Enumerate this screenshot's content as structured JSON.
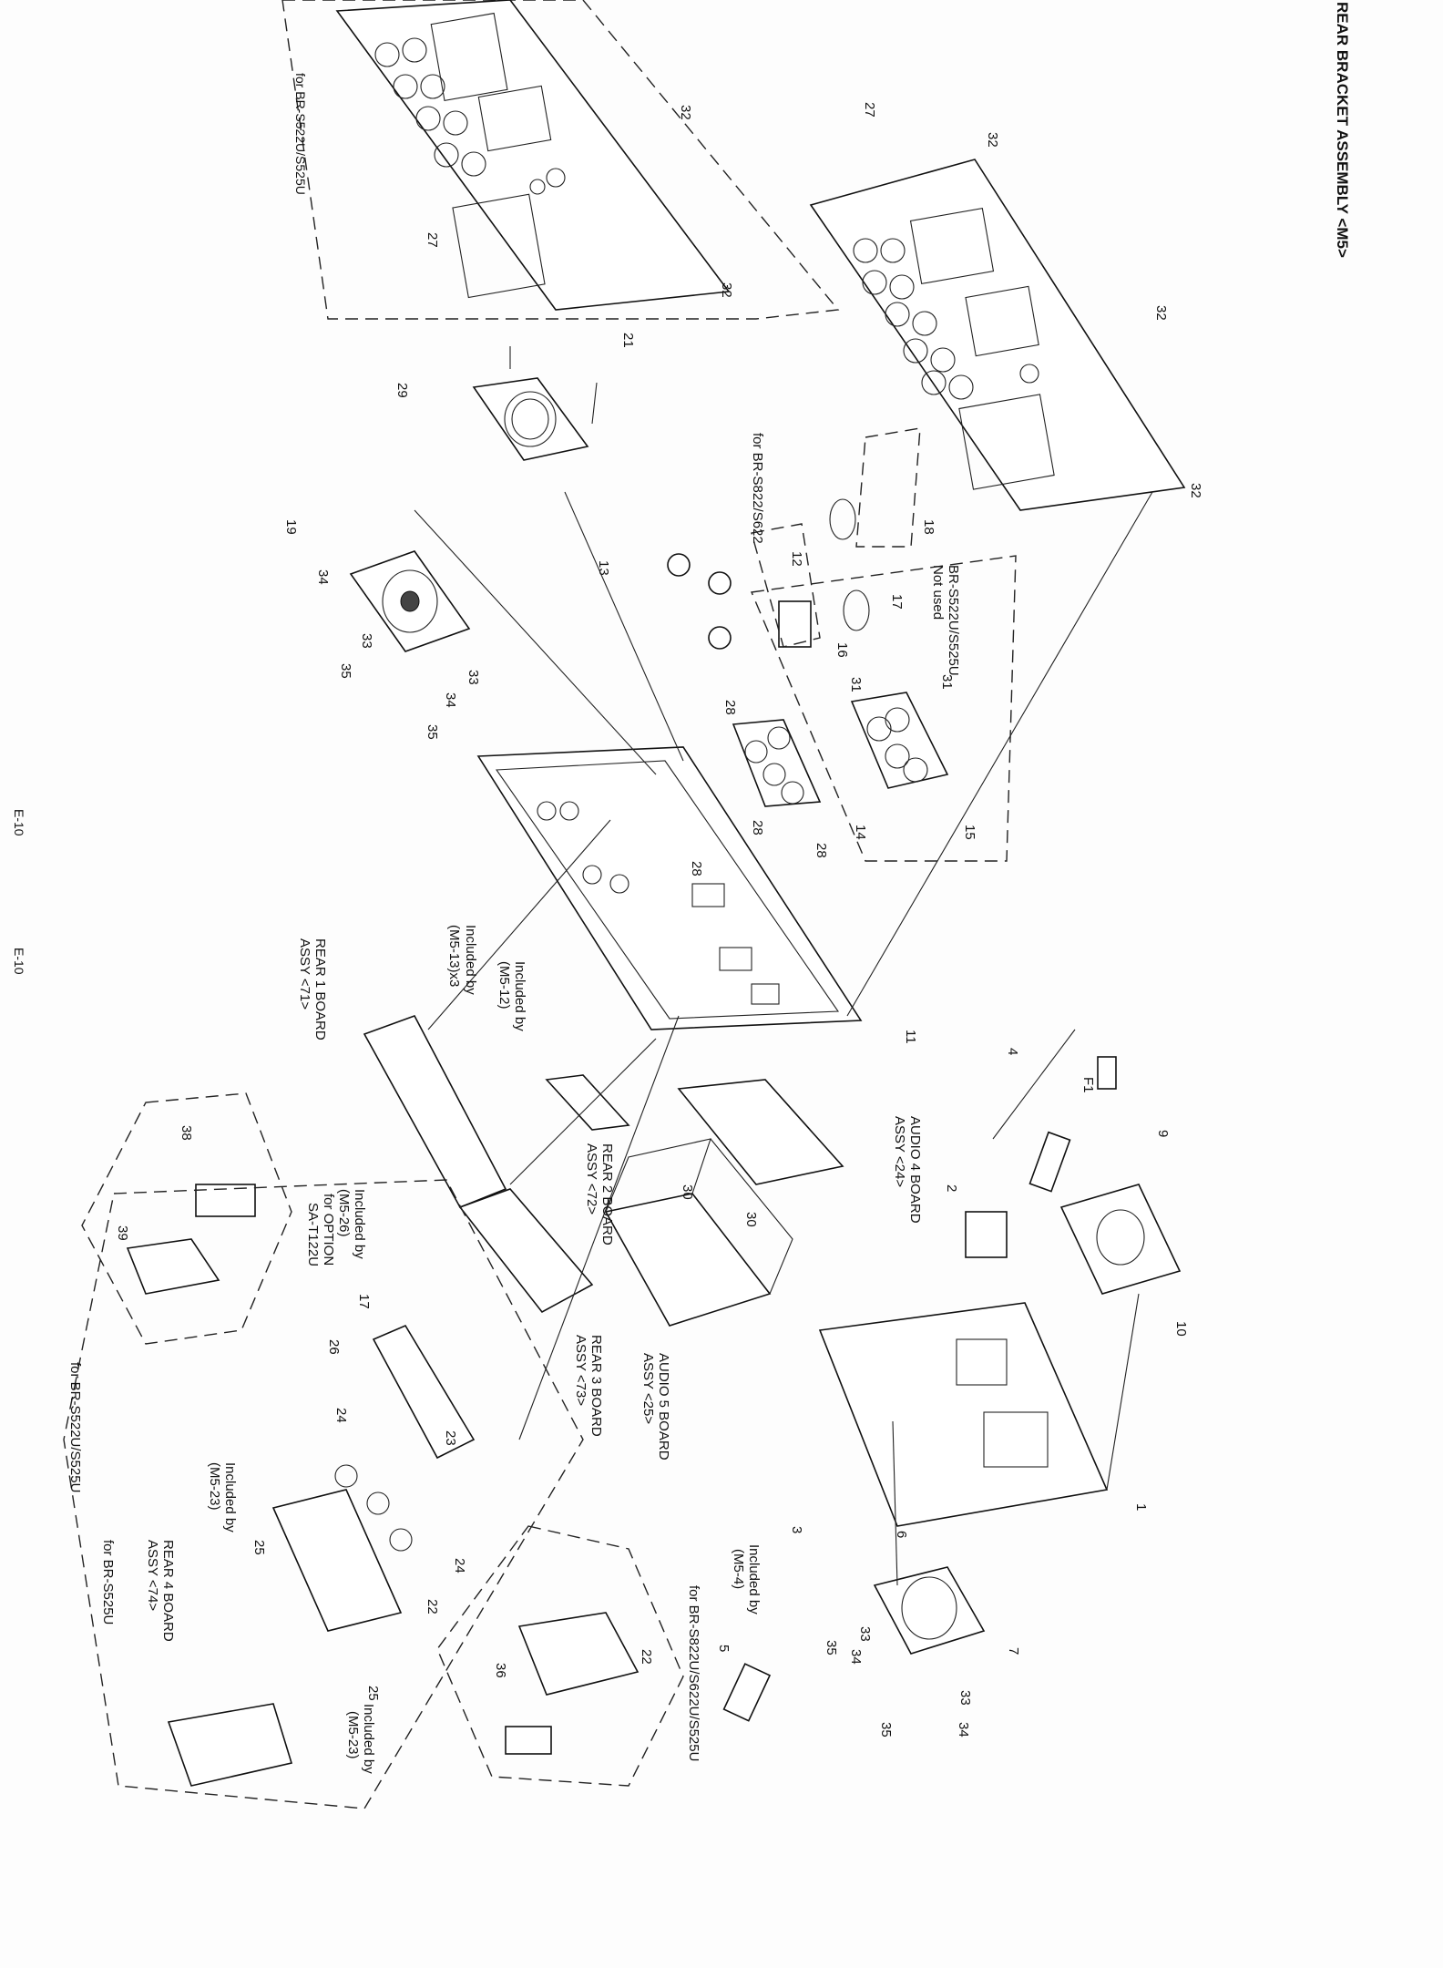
{
  "title": "REAR BRACKET ASSEMBLY <M5>",
  "page_number_top": "E-10",
  "page_number_bottom": "E-10",
  "variant_notes": {
    "s522_s525_top": "for BR-S522U/S525U",
    "s822_s622": "for BR-S822/S622",
    "not_used": [
      "BR-S522U/S525U",
      "Not used"
    ],
    "s525_lower": "for BR-S525U",
    "s522_s525_left": "for BR-S522U/S525U",
    "s822_s622_s525": "for BR-S822U/S622U/S525U"
  },
  "board_labels": {
    "rear1": [
      "REAR 1 BOARD",
      "ASSY <71>"
    ],
    "rear2": [
      "REAR 2 BOARD",
      "ASSY <72>"
    ],
    "rear3": [
      "REAR 3 BOARD",
      "ASSY <73>"
    ],
    "rear4": [
      "REAR 4 BOARD",
      "ASSY <74>"
    ],
    "audio4": [
      "AUDIO 4 BOARD",
      "ASSY <24>"
    ],
    "audio5": [
      "AUDIO 5 BOARD",
      "ASSY <25>"
    ]
  },
  "inclusion_notes": {
    "m5_13": [
      "Included by",
      "(M5-13)x3"
    ],
    "m5_12": [
      "Included by",
      "(M5-12)"
    ],
    "m5_26": [
      "Included by",
      "(M5-26)",
      "for OPTION",
      "SA-T122U"
    ],
    "m5_23_a": [
      "Included by",
      "(M5-23)"
    ],
    "m5_23_b": [
      "Included by",
      "(M5-23)"
    ],
    "m5_4": [
      "Included by",
      "(M5-4)"
    ]
  },
  "part_numbers": [
    "1",
    "2",
    "3",
    "4",
    "5",
    "6",
    "7",
    "9",
    "10",
    "11",
    "12",
    "13",
    "14",
    "15",
    "16",
    "17",
    "18",
    "19",
    "21",
    "22",
    "23",
    "24",
    "25",
    "26",
    "27",
    "28",
    "29",
    "30",
    "31",
    "32",
    "33",
    "34",
    "35",
    "36",
    "38",
    "39",
    "F1"
  ],
  "callouts": {
    "c1": "1",
    "c2": "2",
    "c3": "3",
    "c4": "4",
    "c5": "5",
    "c6": "6",
    "c7": "7",
    "c9": "9",
    "c10": "10",
    "c11": "11",
    "c12": "12",
    "c13": "13",
    "c14": "14",
    "c15": "15",
    "c16": "16",
    "c17a": "17",
    "c17b": "17",
    "c18": "18",
    "c19": "19",
    "c21": "21",
    "c22a": "22",
    "c22b": "22",
    "c23": "23",
    "c24a": "24",
    "c24b": "24",
    "c25a": "25",
    "c25b": "25",
    "c26": "26",
    "c27a": "27",
    "c27b": "27",
    "c28a": "28",
    "c28b": "28",
    "c28c": "28",
    "c28d": "28",
    "c29": "29",
    "c30a": "30",
    "c30b": "30",
    "c31a": "31",
    "c31b": "31",
    "c32a": "32",
    "c32b": "32",
    "c32c": "32",
    "c32d": "32",
    "c32e": "32",
    "c33a": "33",
    "c33b": "33",
    "c33c": "33",
    "c34a": "34",
    "c34b": "34",
    "c34c": "34",
    "c34d": "34",
    "c35a": "35",
    "c35b": "35",
    "c35c": "35",
    "c35d": "35",
    "c36": "36",
    "c38": "38",
    "c39": "39",
    "cF1": "F1"
  }
}
